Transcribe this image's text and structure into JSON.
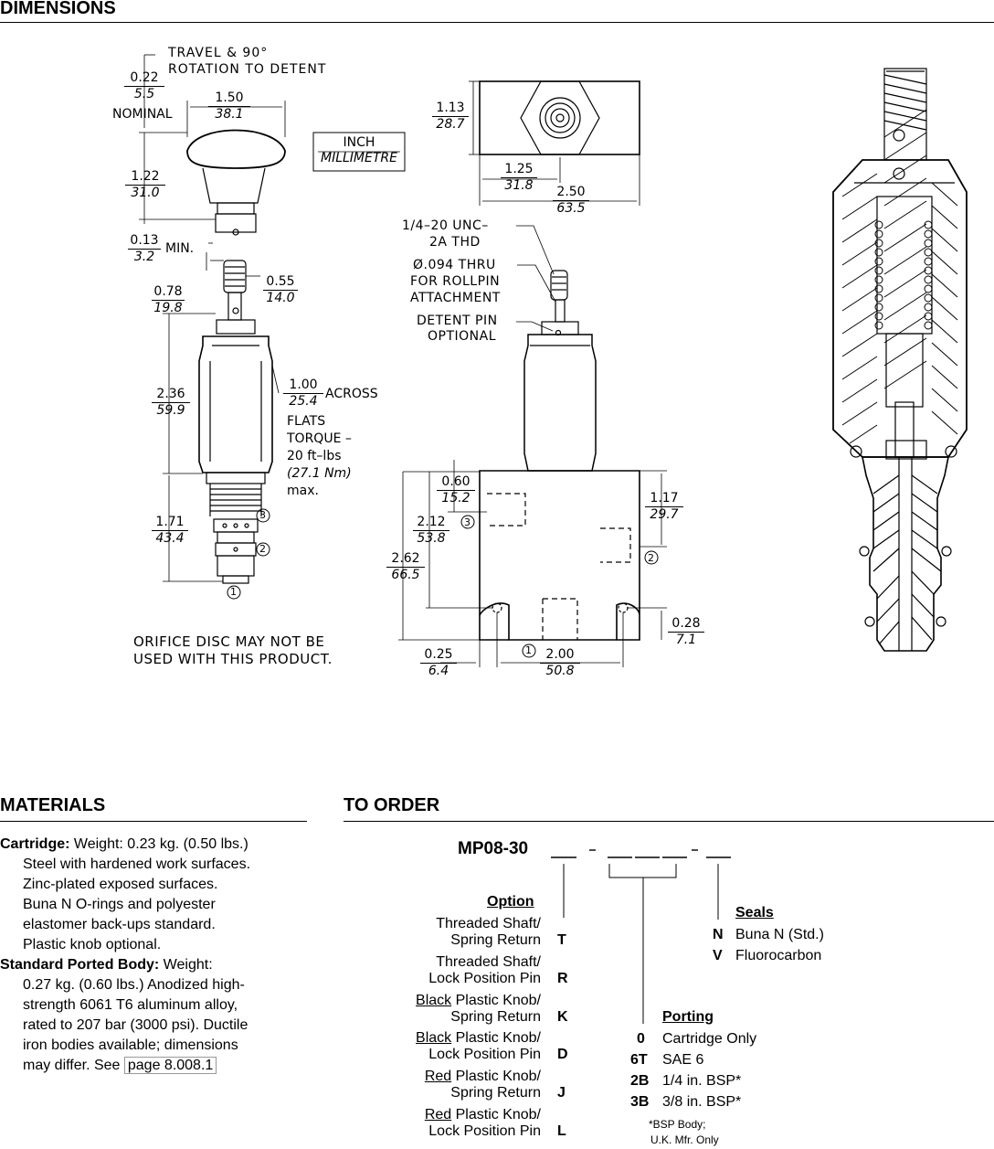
{
  "header": {
    "title": "DIMENSIONS"
  },
  "dims": {
    "travel_note": "TRAVEL & 90°",
    "rotation_note": "ROTATION TO DETENT",
    "d_022": {
      "in": "0.22",
      "mm": "5.5"
    },
    "nominal": "NOMINAL",
    "d_150": {
      "in": "1.50",
      "mm": "38.1"
    },
    "unit_legend": {
      "inch": "INCH",
      "mm": "MILLIMETRE"
    },
    "d_122": {
      "in": "1.22",
      "mm": "31.0"
    },
    "d_013": {
      "in": "0.13",
      "mm": "3.2"
    },
    "min": "MIN.",
    "d_078": {
      "in": "0.78",
      "mm": "19.8"
    },
    "d_055": {
      "in": "0.55",
      "mm": "14.0"
    },
    "d_236": {
      "in": "2.36",
      "mm": "59.9"
    },
    "d_100": {
      "in": "1.00",
      "mm": "25.4"
    },
    "across": "ACROSS",
    "flats": "FLATS",
    "torque": "TORQUE –",
    "torque_val": "20 ft–lbs",
    "torque_nm": "(27.1 Nm)",
    "max": "max.",
    "d_171": {
      "in": "1.71",
      "mm": "43.4"
    },
    "orifice1": "ORIFICE DISC MAY NOT BE",
    "orifice2": "USED WITH THIS PRODUCT.",
    "d_113": {
      "in": "1.13",
      "mm": "28.7"
    },
    "d_125": {
      "in": "1.25",
      "mm": "31.8"
    },
    "d_250": {
      "in": "2.50",
      "mm": "63.5"
    },
    "thread1": "1/4–20 UNC–",
    "thread2": "2A THD",
    "hole1": "Ø.094 THRU",
    "hole2": "FOR ROLLPIN",
    "hole3": "ATTACHMENT",
    "detent1": "DETENT PIN",
    "detent2": "OPTIONAL",
    "d_060": {
      "in": "0.60",
      "mm": "15.2"
    },
    "d_212": {
      "in": "2.12",
      "mm": "53.8"
    },
    "d_262": {
      "in": "2.62",
      "mm": "66.5"
    },
    "d_117": {
      "in": "1.17",
      "mm": "29.7"
    },
    "d_028": {
      "in": "0.28",
      "mm": "7.1"
    },
    "d_025": {
      "in": "0.25",
      "mm": "6.4"
    },
    "d_200": {
      "in": "2.00",
      "mm": "50.8"
    },
    "port1": "1",
    "port2": "2",
    "port3": "3"
  },
  "materials": {
    "title": "MATERIALS",
    "cartridge_label": "Cartridge:",
    "cartridge_first": " Weight: 0.23 kg. (0.50 lbs.)",
    "cartridge_lines": [
      "Steel with hardened work surfaces.",
      "Zinc-plated exposed surfaces.",
      "Buna N O-rings and polyester",
      "elastomer back-ups standard.",
      "Plastic knob optional."
    ],
    "body_label": "Standard Ported Body:",
    "body_first": " Weight:",
    "body_lines": [
      "0.27 kg. (0.60 lbs.) Anodized high-",
      "strength 6061 T6 aluminum alloy,",
      "rated to 207 bar (3000 psi). Ductile",
      "iron bodies available; dimensions"
    ],
    "body_last_prefix": "may differ. See ",
    "body_link": "page 8.008.1"
  },
  "order": {
    "title": "TO ORDER",
    "model": "MP08-30",
    "option_title": "Option",
    "options": [
      {
        "l1": "Threaded Shaft/",
        "l1u": "",
        "l2": "Spring Return",
        "code": "T"
      },
      {
        "l1": "Threaded Shaft/",
        "l1u": "",
        "l2": "Lock Position Pin",
        "code": "R"
      },
      {
        "l1": " Plastic Knob/",
        "l1u": "Black",
        "l2": "Spring Return",
        "code": "K"
      },
      {
        "l1": " Plastic Knob/",
        "l1u": "Black",
        "l2": "Lock Position Pin",
        "code": "D"
      },
      {
        "l1": " Plastic Knob/",
        "l1u": "Red",
        "l2": "Spring Return",
        "code": "J"
      },
      {
        "l1": " Plastic Knob/",
        "l1u": "Red",
        "l2": "Lock Position Pin",
        "code": "L"
      }
    ],
    "seals_title": "Seals",
    "seals": [
      {
        "code": "N",
        "label": "Buna N (Std.)"
      },
      {
        "code": "V",
        "label": "Fluorocarbon"
      }
    ],
    "porting_title": "Porting",
    "porting": [
      {
        "code": "0",
        "label": "Cartridge Only"
      },
      {
        "code": "6T",
        "label": "SAE 6"
      },
      {
        "code": "2B",
        "label": "1/4 in. BSP*"
      },
      {
        "code": "3B",
        "label": "3/8 in. BSP*"
      }
    ],
    "bsp_note1": "*BSP Body;",
    "bsp_note2": "U.K. Mfr. Only"
  }
}
